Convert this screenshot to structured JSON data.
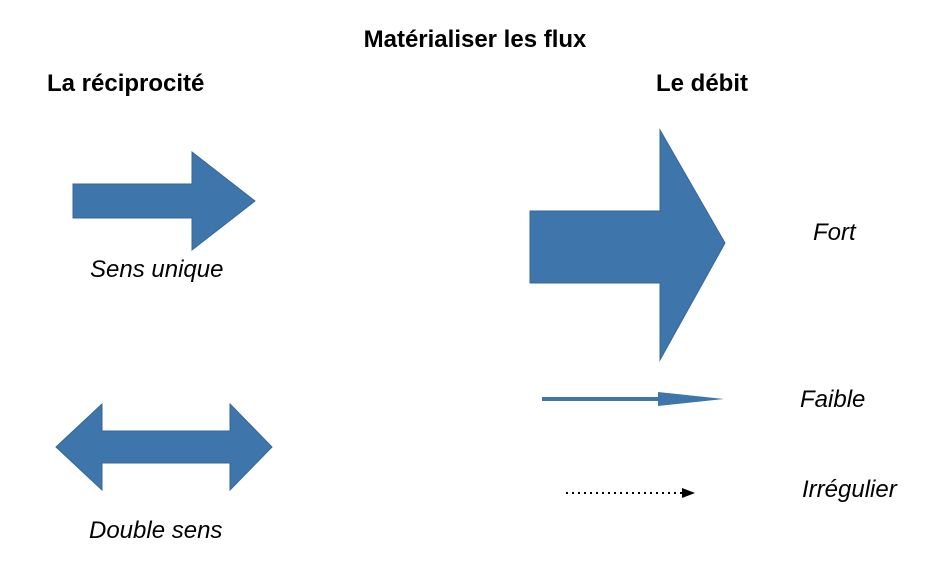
{
  "title": "Matérialiser les flux",
  "sections": {
    "reciprocity": {
      "heading": "La réciprocité",
      "items": [
        {
          "caption": "Sens unique",
          "icon": "one-way-arrow-icon"
        },
        {
          "caption": "Double sens",
          "icon": "two-way-arrow-icon"
        }
      ]
    },
    "debit": {
      "heading": "Le débit",
      "items": [
        {
          "caption": "Fort",
          "icon": "thick-arrow-icon"
        },
        {
          "caption": "Faible",
          "icon": "thin-arrow-icon"
        },
        {
          "caption": "Irrégulier",
          "icon": "dotted-arrow-icon"
        }
      ]
    }
  },
  "colors": {
    "arrow_fill": "#3e76ab",
    "arrow_stroke": "#356699",
    "dotted": "#000000"
  }
}
